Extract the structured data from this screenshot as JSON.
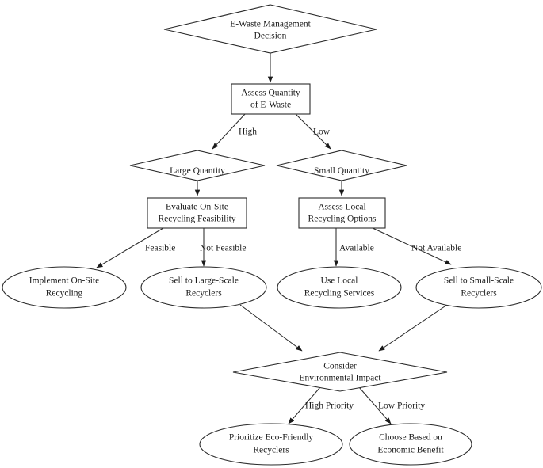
{
  "diagram": {
    "type": "flowchart",
    "title": "E-Waste Management Decision",
    "background_color": "#ffffff",
    "line_color": "#2b2b2b",
    "text_color": "#1a1a1a",
    "nodes": [
      {
        "id": "root",
        "shape": "diamond",
        "label_line1": "E-Waste Management",
        "label_line2": "Decision"
      },
      {
        "id": "assess_quantity",
        "shape": "rectangle",
        "label_line1": "Assess Quantity",
        "label_line2": "of E-Waste"
      },
      {
        "id": "large_quantity",
        "shape": "diamond",
        "label_line1": "Large Quantity",
        "label_line2": ""
      },
      {
        "id": "small_quantity",
        "shape": "diamond",
        "label_line1": "Small Quantity",
        "label_line2": ""
      },
      {
        "id": "evaluate_onsite",
        "shape": "rectangle",
        "label_line1": "Evaluate On-Site",
        "label_line2": "Recycling Feasibility"
      },
      {
        "id": "assess_local",
        "shape": "rectangle",
        "label_line1": "Assess Local",
        "label_line2": "Recycling Options"
      },
      {
        "id": "implement_onsite",
        "shape": "ellipse",
        "label_line1": "Implement On-Site",
        "label_line2": "Recycling"
      },
      {
        "id": "sell_large",
        "shape": "ellipse",
        "label_line1": "Sell to Large-Scale",
        "label_line2": "Recyclers"
      },
      {
        "id": "use_local",
        "shape": "ellipse",
        "label_line1": "Use Local",
        "label_line2": "Recycling Services"
      },
      {
        "id": "sell_small",
        "shape": "ellipse",
        "label_line1": "Sell to Small-Scale",
        "label_line2": "Recyclers"
      },
      {
        "id": "consider_env",
        "shape": "diamond",
        "label_line1": "Consider",
        "label_line2": "Environmental Impact"
      },
      {
        "id": "prioritize_eco",
        "shape": "ellipse",
        "label_line1": "Prioritize Eco-Friendly",
        "label_line2": "Recyclers"
      },
      {
        "id": "choose_economic",
        "shape": "ellipse",
        "label_line1": "Choose Based on",
        "label_line2": "Economic Benefit"
      }
    ],
    "edges": [
      {
        "id": "e1",
        "from": "root",
        "to": "assess_quantity",
        "label": ""
      },
      {
        "id": "e2",
        "from": "assess_quantity",
        "to": "large_quantity",
        "label": "High"
      },
      {
        "id": "e3",
        "from": "assess_quantity",
        "to": "small_quantity",
        "label": "Low"
      },
      {
        "id": "e4",
        "from": "large_quantity",
        "to": "evaluate_onsite",
        "label": ""
      },
      {
        "id": "e5",
        "from": "small_quantity",
        "to": "assess_local",
        "label": ""
      },
      {
        "id": "e6",
        "from": "evaluate_onsite",
        "to": "implement_onsite",
        "label": "Feasible"
      },
      {
        "id": "e7",
        "from": "evaluate_onsite",
        "to": "sell_large",
        "label": "Not Feasible"
      },
      {
        "id": "e8",
        "from": "assess_local",
        "to": "use_local",
        "label": "Available"
      },
      {
        "id": "e9",
        "from": "assess_local",
        "to": "sell_small",
        "label": "Not Available"
      },
      {
        "id": "e10",
        "from": "sell_large",
        "to": "consider_env",
        "label": ""
      },
      {
        "id": "e11",
        "from": "sell_small",
        "to": "consider_env",
        "label": ""
      },
      {
        "id": "e12",
        "from": "consider_env",
        "to": "prioritize_eco",
        "label": "High Priority"
      },
      {
        "id": "e13",
        "from": "consider_env",
        "to": "choose_economic",
        "label": "Low Priority"
      }
    ]
  }
}
